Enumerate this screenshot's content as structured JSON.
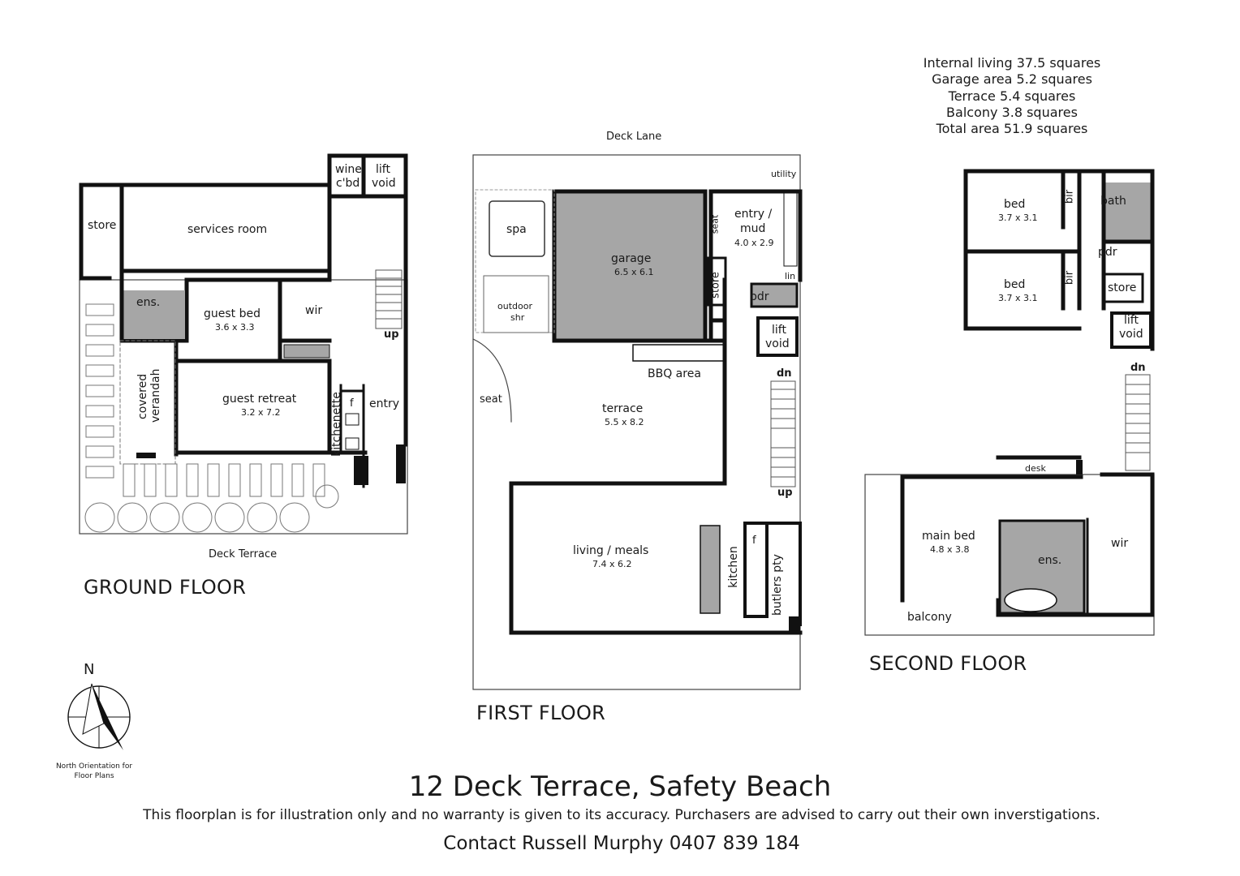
{
  "summary": {
    "lines": [
      "Internal living 37.5 squares",
      "Garage area 5.2 squares",
      "Terrace 5.4 squares",
      "Balcony 3.8 squares",
      "Total area 51.9 squares"
    ]
  },
  "ground_floor": {
    "title": "GROUND FLOOR",
    "street": "Deck Terrace",
    "rooms": {
      "store": "store",
      "services_room": "services room",
      "wine": "wine",
      "cbd": "c'bd",
      "lift": "lift",
      "void": "void",
      "ens": "ens.",
      "guest_bed": "guest bed",
      "guest_bed_dim": "3.6 x 3.3",
      "wir": "wir",
      "up": "up",
      "covered": "covered",
      "verandah": "verandah",
      "guest_retreat": "guest retreat",
      "guest_retreat_dim": "3.2 x 7.2",
      "kitchenette": "kitchenette",
      "f": "f",
      "entry": "entry"
    }
  },
  "first_floor": {
    "title": "FIRST FLOOR",
    "street": "Deck Lane",
    "rooms": {
      "utility": "utility",
      "spa": "spa",
      "garage": "garage",
      "garage_dim": "6.5 x 6.1",
      "seat_top": "seat",
      "entry_mud_1": "entry /",
      "entry_mud_2": "mud",
      "entry_mud_dim": "4.0 x 2.9",
      "store": "store",
      "lin": "lin",
      "pdr": "pdr",
      "lift": "lift",
      "void": "void",
      "outdoor": "outdoor",
      "shr": "shr",
      "bbq": "BBQ area",
      "dn": "dn",
      "seat": "seat",
      "terrace": "terrace",
      "terrace_dim": "5.5 x 8.2",
      "up": "up",
      "living": "living / meals",
      "living_dim": "7.4 x 6.2",
      "kitchen": "kitchen",
      "f": "f",
      "butlers": "butlers pty"
    }
  },
  "second_floor": {
    "title": "SECOND FLOOR",
    "rooms": {
      "bed1": "bed",
      "bed1_dim": "3.7 x 3.1",
      "bir1": "bir",
      "bath": "bath",
      "pdr": "pdr",
      "bed2": "bed",
      "bed2_dim": "3.7 x 3.1",
      "bir2": "bir",
      "store": "store",
      "lift": "lift",
      "void": "void",
      "dn": "dn",
      "desk": "desk",
      "main_bed": "main bed",
      "main_bed_dim": "4.8 x 3.8",
      "ens": "ens.",
      "wir": "wir",
      "balcony": "balcony"
    }
  },
  "compass": {
    "north": "N",
    "caption_1": "North Orientation for",
    "caption_2": "Floor Plans"
  },
  "footer": {
    "title": "12 Deck Terrace, Safety Beach",
    "disclaimer": "This floorplan is for illustration only and no warranty is given to its accuracy. Purchasers are advised to carry out their own inverstigations.",
    "contact": "Contact Russell Murphy 0407 839 184"
  },
  "colors": {
    "wall": "#111111",
    "shaded_room": "#a6a6a6",
    "thin_line": "#555555"
  }
}
